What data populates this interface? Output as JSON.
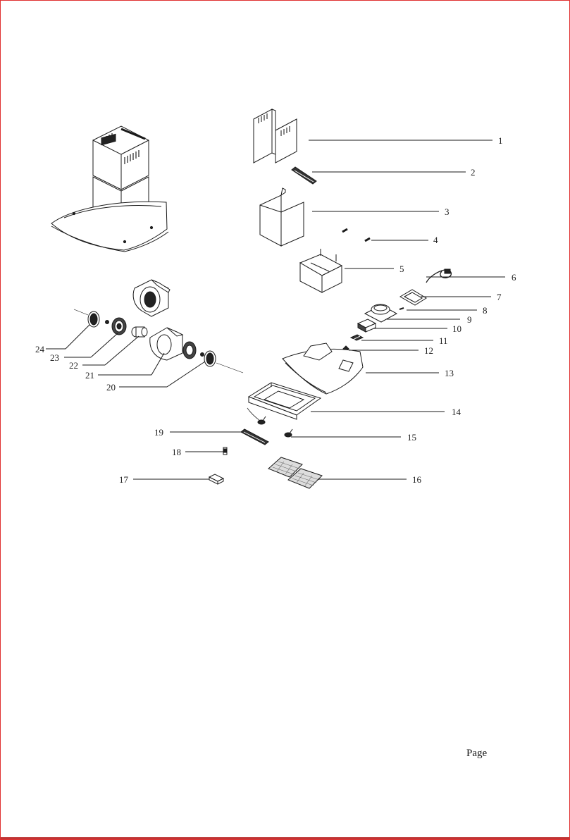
{
  "page_label": "Page",
  "parts": [
    {
      "number": "1"
    },
    {
      "number": "2"
    },
    {
      "number": "3"
    },
    {
      "number": "4"
    },
    {
      "number": "5"
    },
    {
      "number": "6"
    },
    {
      "number": "7"
    },
    {
      "number": "8"
    },
    {
      "number": "9"
    },
    {
      "number": "10"
    },
    {
      "number": "11"
    },
    {
      "number": "12"
    },
    {
      "number": "13"
    },
    {
      "number": "14"
    },
    {
      "number": "15"
    },
    {
      "number": "16"
    },
    {
      "number": "17"
    },
    {
      "number": "18"
    },
    {
      "number": "19"
    },
    {
      "number": "20"
    },
    {
      "number": "21"
    },
    {
      "number": "22"
    },
    {
      "number": "23"
    },
    {
      "number": "24"
    }
  ],
  "colors": {
    "line": "#1a1a1a",
    "border": "#e03030"
  }
}
